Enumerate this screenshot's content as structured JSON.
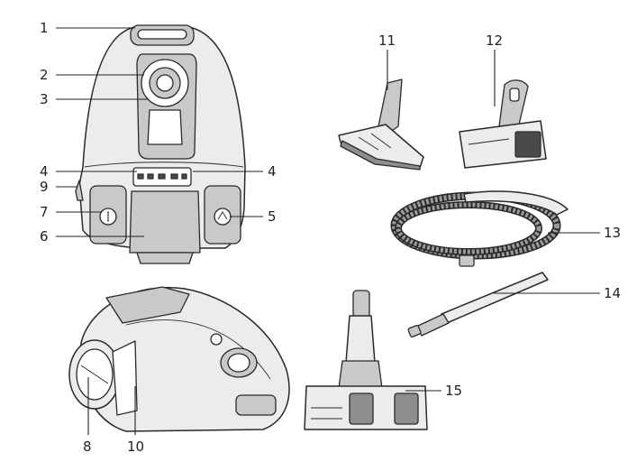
{
  "callouts": {
    "c1": "1",
    "c2": "2",
    "c3": "3",
    "c4a": "4",
    "c4b": "4",
    "c5": "5",
    "c6": "6",
    "c7": "7",
    "c8": "8",
    "c9": "9",
    "c10": "10",
    "c11": "11",
    "c12": "12",
    "c13": "13",
    "c14": "14",
    "c15": "15"
  },
  "colors": {
    "line": "#222222",
    "body_fill": "#ececec",
    "panel_fill": "#c9c9c9",
    "dark_fill": "#8e8e8e"
  }
}
